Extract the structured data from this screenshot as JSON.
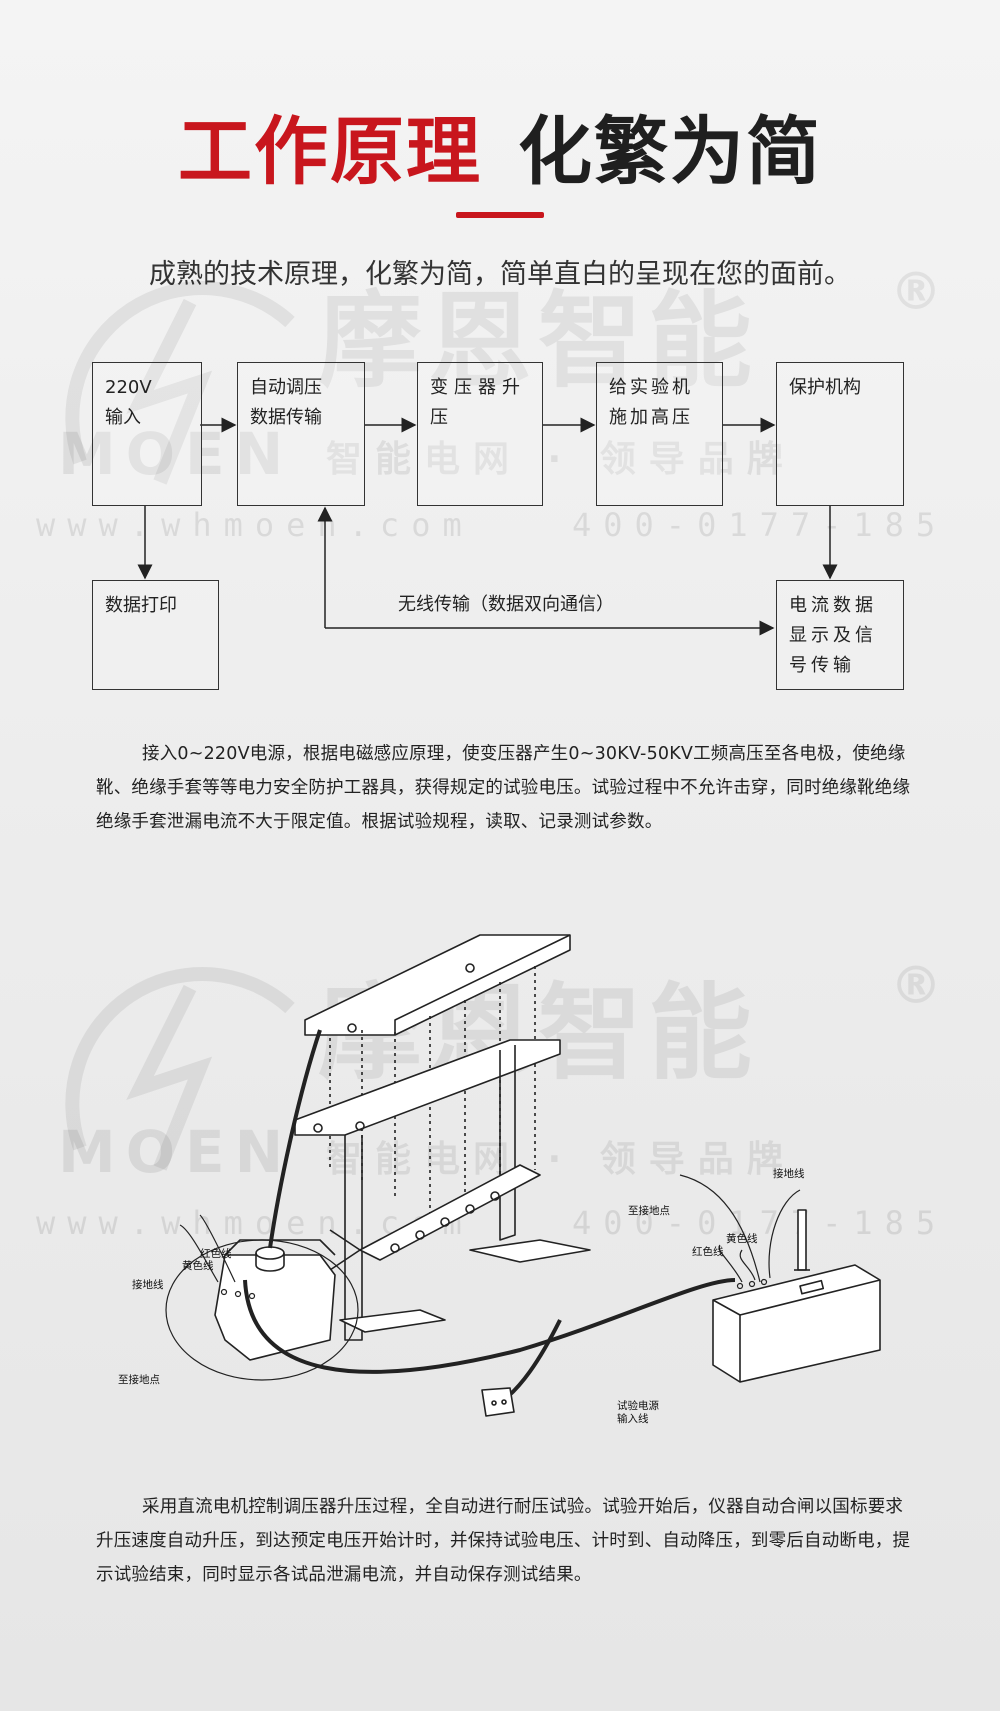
{
  "header": {
    "title_red": "工作原理",
    "title_dark": "化繁为简",
    "subtitle": "成熟的技术原理，化繁为简，简单直白的呈现在您的面前。"
  },
  "watermark": {
    "brand": "摩恩智能",
    "registered": "®",
    "moen": "MOEN",
    "tagline": "智能电网 · 领导品牌",
    "url": "www.whmoen.com",
    "phone": "400-0177-185"
  },
  "flowchart": {
    "boxes": [
      {
        "label": "220V\n输入"
      },
      {
        "label": "自动调压\n数据传输"
      },
      {
        "label": "变压器升\n压"
      },
      {
        "label": "给实验机\n施加高压"
      },
      {
        "label": "保护机构"
      },
      {
        "label": "数据打印"
      },
      {
        "label": "电流数据\n显示及信\n号传输"
      }
    ],
    "wireless_label": "无线传输（数据双向通信）"
  },
  "paragraphs": {
    "p1": "接入0~220V电源，根据电磁感应原理，使变压器产生0~30KV-50KV工频高压至各电极，使绝缘靴、绝缘手套等等电力安全防护工器具，获得规定的试验电压。试验过程中不允许击穿，同时绝缘靴绝缘绝缘手套泄漏电流不大于限定值。根据试验规程，读取、记录测试参数。",
    "p2": "采用直流电机控制调压器升压过程，全自动进行耐压试验。试验开始后，仪器自动合闸以国标要求升压速度自动升压，到达预定电压开始计时，并保持试验电压、计时到、自动降压，到零后自动断电，提示试验结束，同时显示各试品泄漏电流，并自动保存测试结果。"
  },
  "device_labels": {
    "ground_wire_right": "接地线",
    "to_ground_right": "至接地点",
    "yellow_wire_right": "黄色线",
    "red_wire_right": "红色线",
    "red_wire_left": "红色线",
    "yellow_wire_left": "黄色线",
    "ground_wire_left": "接地线",
    "to_ground_left": "至接地点",
    "power_input": "试验电源\n输入线"
  }
}
